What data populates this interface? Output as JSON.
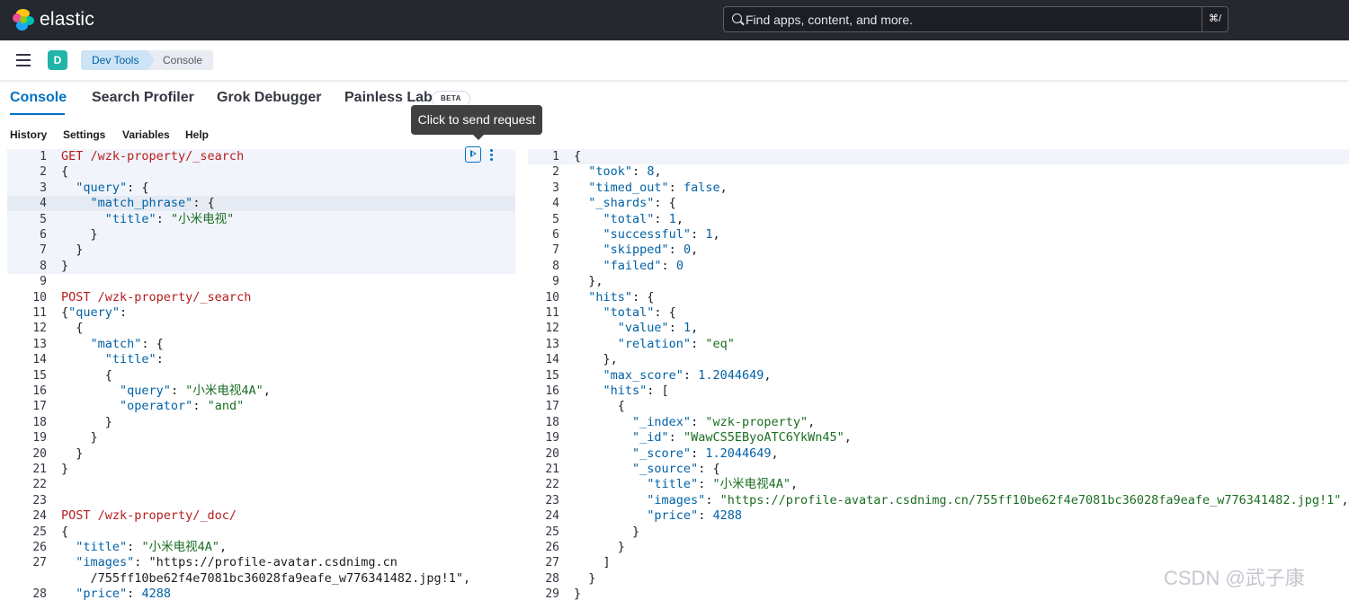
{
  "app": {
    "brand": "elastic"
  },
  "search": {
    "placeholder": "Find apps, content, and more.",
    "shortcut": "⌘/"
  },
  "header": {
    "avatar": "D",
    "breadcrumbs": [
      "Dev Tools",
      "Console"
    ]
  },
  "tabs": [
    {
      "label": "Console",
      "active": true
    },
    {
      "label": "Search Profiler"
    },
    {
      "label": "Grok Debugger"
    },
    {
      "label": "Painless Lab"
    }
  ],
  "beta_badge": "BETA",
  "submenu": [
    "History",
    "Settings",
    "Variables",
    "Help"
  ],
  "tooltip": "Click to send request",
  "watermark": "CSDN @武子康",
  "request_lines": [
    {
      "n": "1",
      "t": "GET /wzk-property/_search"
    },
    {
      "n": "2",
      "t": "{"
    },
    {
      "n": "3",
      "t": "  \"query\": {"
    },
    {
      "n": "4",
      "t": "    \"match_phrase\": {"
    },
    {
      "n": "5",
      "t": "      \"title\": \"小米电视\""
    },
    {
      "n": "6",
      "t": "    }"
    },
    {
      "n": "7",
      "t": "  }"
    },
    {
      "n": "8",
      "t": "}"
    },
    {
      "n": "9",
      "t": ""
    },
    {
      "n": "10",
      "t": "POST /wzk-property/_search"
    },
    {
      "n": "11",
      "t": "{\"query\":"
    },
    {
      "n": "12",
      "t": "  {"
    },
    {
      "n": "13",
      "t": "    \"match\": {"
    },
    {
      "n": "14",
      "t": "      \"title\":"
    },
    {
      "n": "15",
      "t": "      {"
    },
    {
      "n": "16",
      "t": "        \"query\": \"小米电视4A\","
    },
    {
      "n": "17",
      "t": "        \"operator\": \"and\""
    },
    {
      "n": "18",
      "t": "      }"
    },
    {
      "n": "19",
      "t": "    }"
    },
    {
      "n": "20",
      "t": "  }"
    },
    {
      "n": "21",
      "t": "}"
    },
    {
      "n": "22",
      "t": ""
    },
    {
      "n": "23",
      "t": ""
    },
    {
      "n": "24",
      "t": "POST /wzk-property/_doc/"
    },
    {
      "n": "25",
      "t": "{"
    },
    {
      "n": "26",
      "t": "  \"title\": \"小米电视4A\","
    },
    {
      "n": "27",
      "t": "  \"images\": \"https://profile-avatar.csdnimg.cn"
    },
    {
      "n": "",
      "t": "    /755ff10be62f4e7081bc36028fa9eafe_w776341482.jpg!1\","
    },
    {
      "n": "28",
      "t": "  \"price\": 4288"
    }
  ],
  "response_lines": [
    {
      "n": "1",
      "t": "{"
    },
    {
      "n": "2",
      "t": "  \"took\": 8,"
    },
    {
      "n": "3",
      "t": "  \"timed_out\": false,"
    },
    {
      "n": "4",
      "t": "  \"_shards\": {"
    },
    {
      "n": "5",
      "t": "    \"total\": 1,"
    },
    {
      "n": "6",
      "t": "    \"successful\": 1,"
    },
    {
      "n": "7",
      "t": "    \"skipped\": 0,"
    },
    {
      "n": "8",
      "t": "    \"failed\": 0"
    },
    {
      "n": "9",
      "t": "  },"
    },
    {
      "n": "10",
      "t": "  \"hits\": {"
    },
    {
      "n": "11",
      "t": "    \"total\": {"
    },
    {
      "n": "12",
      "t": "      \"value\": 1,"
    },
    {
      "n": "13",
      "t": "      \"relation\": \"eq\""
    },
    {
      "n": "14",
      "t": "    },"
    },
    {
      "n": "15",
      "t": "    \"max_score\": 1.2044649,"
    },
    {
      "n": "16",
      "t": "    \"hits\": ["
    },
    {
      "n": "17",
      "t": "      {"
    },
    {
      "n": "18",
      "t": "        \"_index\": \"wzk-property\","
    },
    {
      "n": "19",
      "t": "        \"_id\": \"WawCS5EByoATC6YkWn45\","
    },
    {
      "n": "20",
      "t": "        \"_score\": 1.2044649,"
    },
    {
      "n": "21",
      "t": "        \"_source\": {"
    },
    {
      "n": "22",
      "t": "          \"title\": \"小米电视4A\","
    },
    {
      "n": "23",
      "t": "          \"images\": \"https://profile-avatar.csdnimg.cn/755ff10be62f4e7081bc36028fa9eafe_w776341482.jpg!1\","
    },
    {
      "n": "24",
      "t": "          \"price\": 4288"
    },
    {
      "n": "25",
      "t": "        }"
    },
    {
      "n": "26",
      "t": "      }"
    },
    {
      "n": "27",
      "t": "    ]"
    },
    {
      "n": "28",
      "t": "  }"
    },
    {
      "n": "29",
      "t": "}"
    }
  ]
}
